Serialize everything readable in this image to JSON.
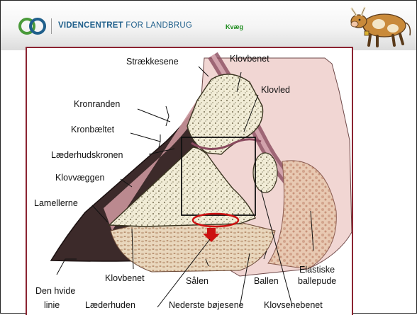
{
  "header": {
    "brand_bold": "VIDENCENTRET",
    "brand_light": "FOR LANDBRUG",
    "topic": "Kvæg"
  },
  "colors": {
    "brand_blue": "#1f5f8b",
    "logo_green": "#4a9a3a",
    "topic_green": "#1a8a1a",
    "frame_red": "#8b2331",
    "highlight_red": "#cc1111"
  },
  "icons": [
    "vfl-logo-icon",
    "cow-illustration-icon"
  ],
  "diagram": {
    "labels": {
      "straekkesene": "Strækkesene",
      "klovbenet_top": "Klovbenet",
      "klovled": "Klovled",
      "kronranden": "Kronranden",
      "kronbaeltet": "Kronbæltet",
      "laederhudskronen": "Læderhudskronen",
      "klovvaeggen": "Klovvæggen",
      "lamellerne": "Lamellerne",
      "klovbenet_bottom": "Klovbenet",
      "den_hvide_linie_1": "Den hvide",
      "den_hvide_linie_2": "linie",
      "laederhuden": "Læderhuden",
      "saalen": "Sålen",
      "ballen": "Ballen",
      "elastiske_1": "Elastiske",
      "elastiske_2": "ballepude",
      "nederste_bojesene": "Nederste bøjesene",
      "klovsenebenet": "Klovsenebenet"
    }
  }
}
